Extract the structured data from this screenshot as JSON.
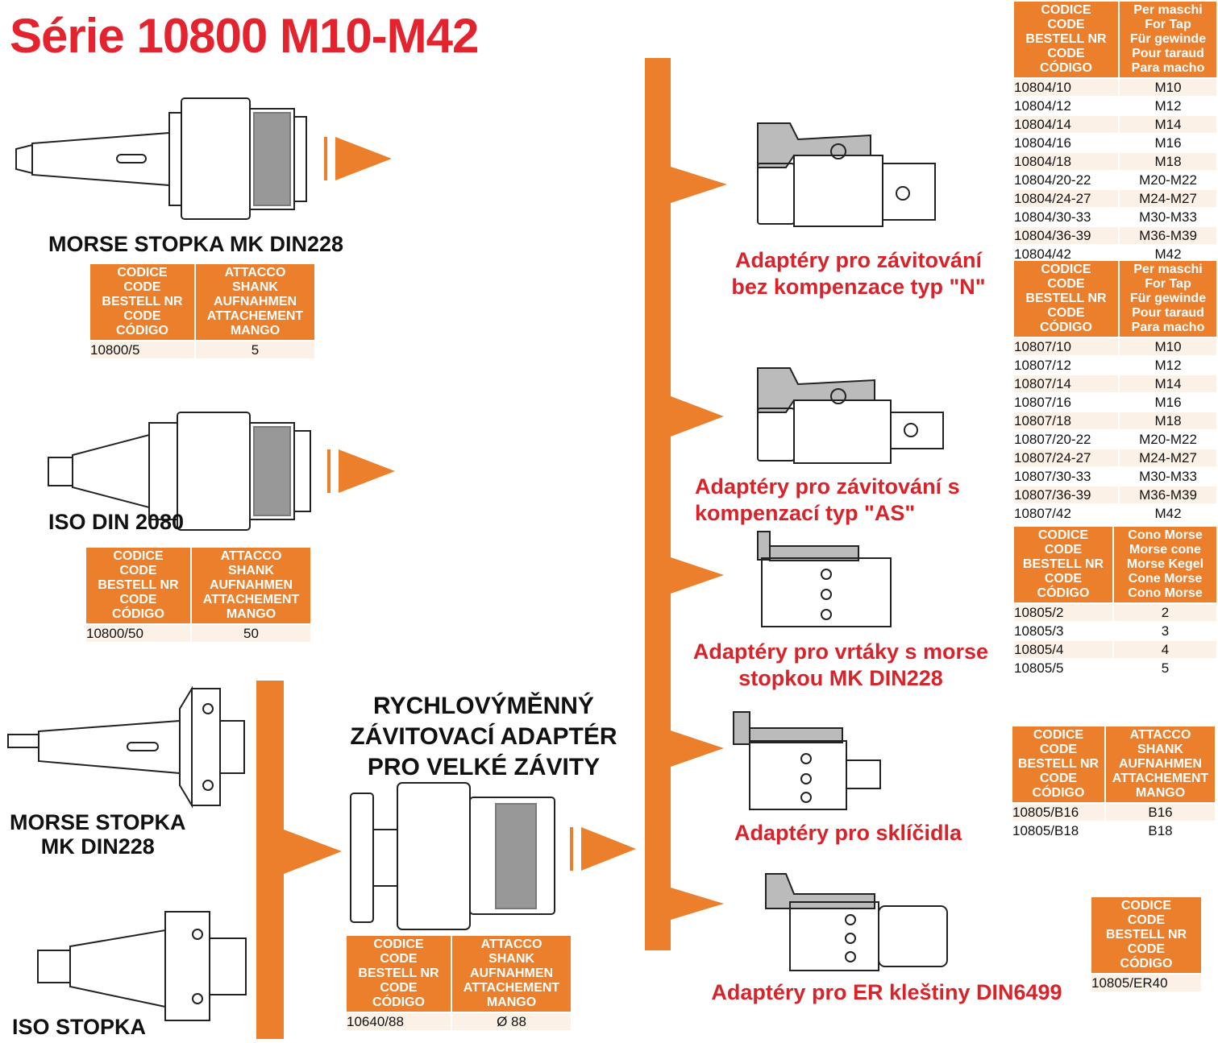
{
  "title": "Série 10800 M10-M42",
  "colors": {
    "orange": "#ec7f2b",
    "red": "#d8232a",
    "title_red": "#e3232d"
  },
  "sources": {
    "morse_label": "MORSE STOPKA MK DIN228",
    "iso_label": "ISO DIN 2080",
    "morse_table": {
      "headers": [
        "CODICE\nCODE\nBESTELL NR\nCODE\nCÓDIGO",
        "ATTACCO\nSHANK\nAUFNAHMEN\nATTACHEMENT\nMANGO"
      ],
      "rows": [
        [
          "10800/5",
          "5"
        ]
      ]
    },
    "iso_table": {
      "headers": [
        "CODICE\nCODE\nBESTELL NR\nCODE\nCÓDIGO",
        "ATTACCO\nSHANK\nAUFNAHMEN\nATTACHEMENT\nMANGO"
      ],
      "rows": [
        [
          "10800/50",
          "50"
        ]
      ]
    },
    "morse_big_label": "MORSE STOPKA\nMK DIN228",
    "iso_big_label": "ISO STOPKA"
  },
  "big_adapter": {
    "label": "RYCHLOVÝMĚNNÝ\nZÁVITOVACÍ  ADAPTÉR\nPRO VELKÉ ZÁVITY",
    "table": {
      "headers": [
        "CODICE\nCODE\nBESTELL NR\nCODE\nCÓDIGO",
        "ATTACCO\nSHANK\nAUFNAHMEN\nATTACHEMENT\nMANGO"
      ],
      "rows": [
        [
          "10640/88",
          "Ø 88"
        ]
      ]
    }
  },
  "adapters": {
    "n": {
      "label": "Adaptéry pro závitování\nbez kompenzace typ \"N\""
    },
    "as": {
      "label": "Adaptéry pro závitování s\nkompenzací typ \"AS\""
    },
    "morse": {
      "label": "Adaptéry pro vrtáky s morse\nstopkou MK DIN228"
    },
    "chuck": {
      "label": "Adaptéry pro sklíčidla"
    },
    "er": {
      "label": "Adaptéry pro ER kleštiny DIN6499"
    }
  },
  "tables": {
    "n": {
      "headers": [
        "CODICE\nCODE\nBESTELL NR\nCODE\nCÓDIGO",
        "Per maschi\nFor Tap\nFür gewinde\nPour taraud\nPara macho"
      ],
      "rows": [
        [
          "10804/10",
          "M10"
        ],
        [
          "10804/12",
          "M12"
        ],
        [
          "10804/14",
          "M14"
        ],
        [
          "10804/16",
          "M16"
        ],
        [
          "10804/18",
          "M18"
        ],
        [
          "10804/20-22",
          "M20-M22"
        ],
        [
          "10804/24-27",
          "M24-M27"
        ],
        [
          "10804/30-33",
          "M30-M33"
        ],
        [
          "10804/36-39",
          "M36-M39"
        ],
        [
          "10804/42",
          "M42"
        ]
      ]
    },
    "as": {
      "headers": [
        "CODICE\nCODE\nBESTELL NR\nCODE\nCÓDIGO",
        "Per maschi\nFor Tap\nFür gewinde\nPour taraud\nPara macho"
      ],
      "rows": [
        [
          "10807/10",
          "M10"
        ],
        [
          "10807/12",
          "M12"
        ],
        [
          "10807/14",
          "M14"
        ],
        [
          "10807/16",
          "M16"
        ],
        [
          "10807/18",
          "M18"
        ],
        [
          "10807/20-22",
          "M20-M22"
        ],
        [
          "10807/24-27",
          "M24-M27"
        ],
        [
          "10807/30-33",
          "M30-M33"
        ],
        [
          "10807/36-39",
          "M36-M39"
        ],
        [
          "10807/42",
          "M42"
        ]
      ]
    },
    "morse": {
      "headers": [
        "CODICE\nCODE\nBESTELL NR\nCODE\nCÓDIGO",
        "Cono Morse\nMorse cone\nMorse Kegel\nCone Morse\nCono Morse"
      ],
      "rows": [
        [
          "10805/2",
          "2"
        ],
        [
          "10805/3",
          "3"
        ],
        [
          "10805/4",
          "4"
        ],
        [
          "10805/5",
          "5"
        ]
      ]
    },
    "chuck": {
      "headers": [
        "CODICE\nCODE\nBESTELL NR\nCODE\nCÓDIGO",
        "ATTACCO\nSHANK\nAUFNAHMEN\nATTACHEMENT\nMANGO"
      ],
      "rows": [
        [
          "10805/B16",
          "B16"
        ],
        [
          "10805/B18",
          "B18"
        ]
      ]
    },
    "er": {
      "headers": [
        "CODICE\nCODE\nBESTELL NR\nCODE\nCÓDIGO"
      ],
      "rows": [
        [
          "10805/ER40"
        ]
      ]
    }
  }
}
